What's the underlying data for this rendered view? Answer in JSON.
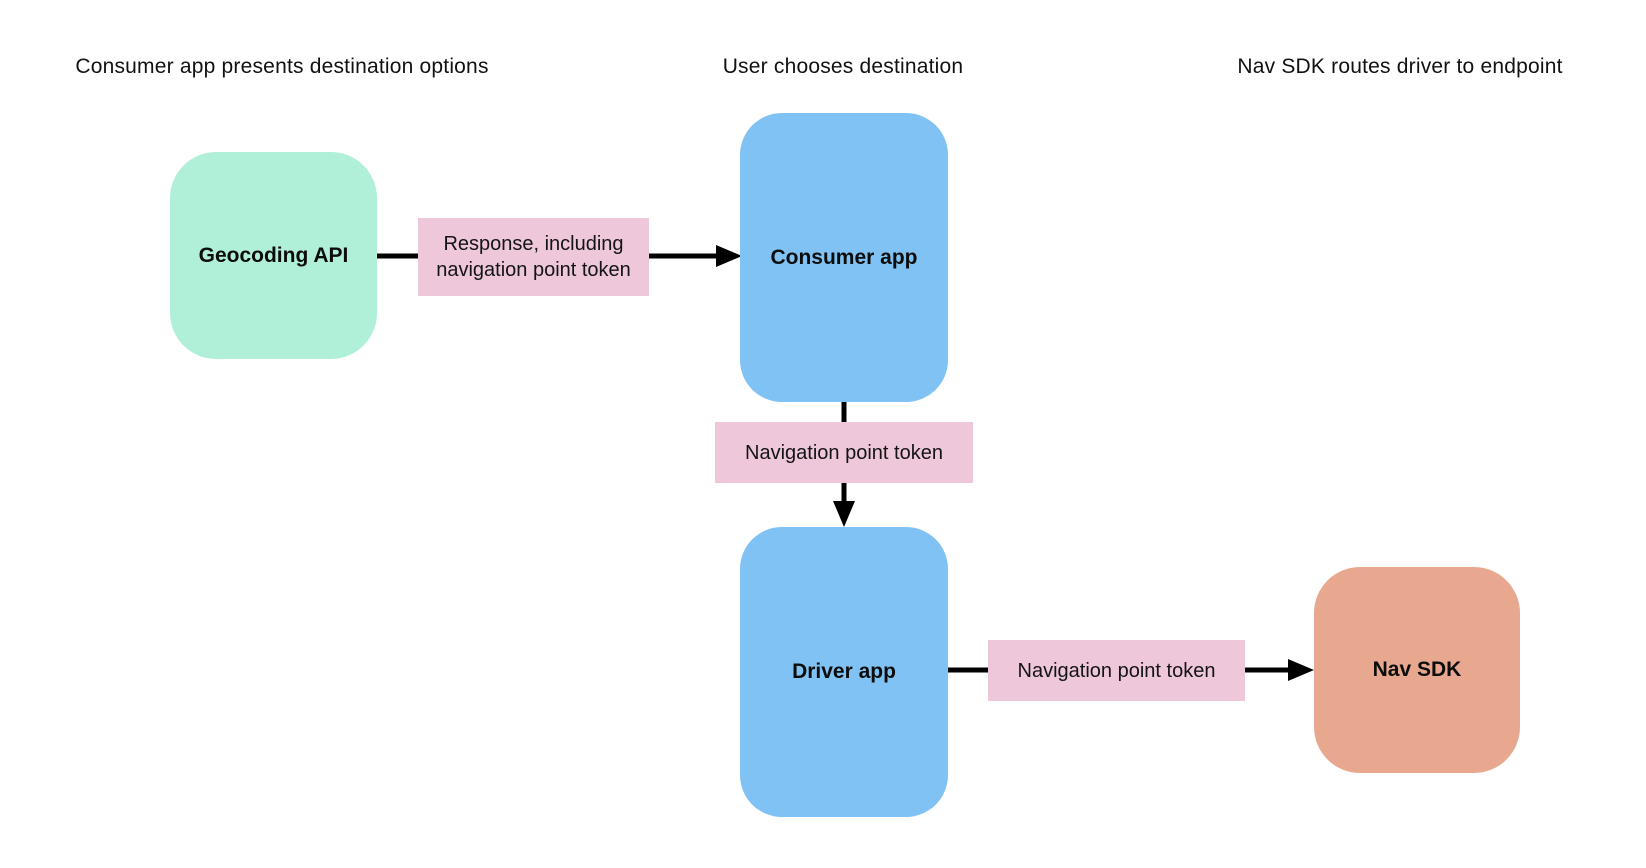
{
  "diagram": {
    "stage_labels": [
      "Consumer app presents destination options",
      "User chooses destination",
      "Nav SDK routes driver to endpoint"
    ],
    "nodes": {
      "geocoding_api": {
        "label": "Geocoding API",
        "color": "#b0efd8"
      },
      "consumer_app": {
        "label": "Consumer app",
        "color": "#80c2f3"
      },
      "driver_app": {
        "label": "Driver app",
        "color": "#80c2f3"
      },
      "nav_sdk": {
        "label": "Nav SDK",
        "color": "#e8a890"
      }
    },
    "edges": [
      {
        "from": "Geocoding API",
        "to": "Consumer app",
        "label": "Response, including navigation point token"
      },
      {
        "from": "Consumer app",
        "to": "Driver app",
        "label": "Navigation point token"
      },
      {
        "from": "Driver app",
        "to": "Nav SDK",
        "label": "Navigation point token"
      }
    ],
    "edge_label_bg": "#eec7db",
    "arrow_color": "#000000"
  }
}
